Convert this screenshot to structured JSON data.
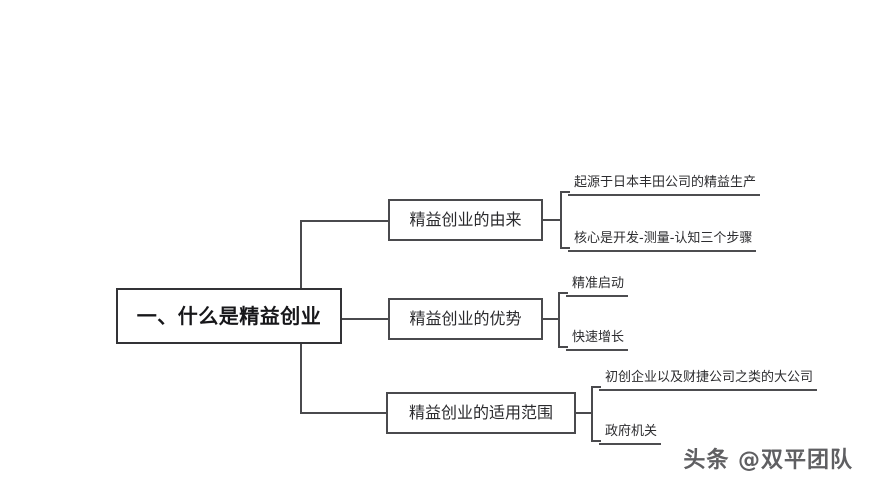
{
  "diagram": {
    "type": "mindmap",
    "title": "一、什么是精益创业",
    "root": {
      "label": "一、什么是精益创业"
    },
    "branches": [
      {
        "label": "精益创业的由来",
        "leaves": [
          {
            "label": "起源于日本丰田公司的精益生产"
          },
          {
            "label": "核心是开发-测量-认知三个步骤"
          }
        ]
      },
      {
        "label": "精益创业的优势",
        "leaves": [
          {
            "label": "精准启动"
          },
          {
            "label": "快速增长"
          }
        ]
      },
      {
        "label": "精益创业的适用范围",
        "leaves": [
          {
            "label": "初创企业以及财捷公司之类的大公司"
          },
          {
            "label": "政府机关"
          }
        ]
      }
    ]
  },
  "watermark": {
    "text": "头条 @双平团队"
  },
  "colors": {
    "background": "#ffffff",
    "border": "#4a4a4d",
    "root_border": "#333336",
    "text": "#17171a",
    "watermark": "#4a4a4d"
  }
}
